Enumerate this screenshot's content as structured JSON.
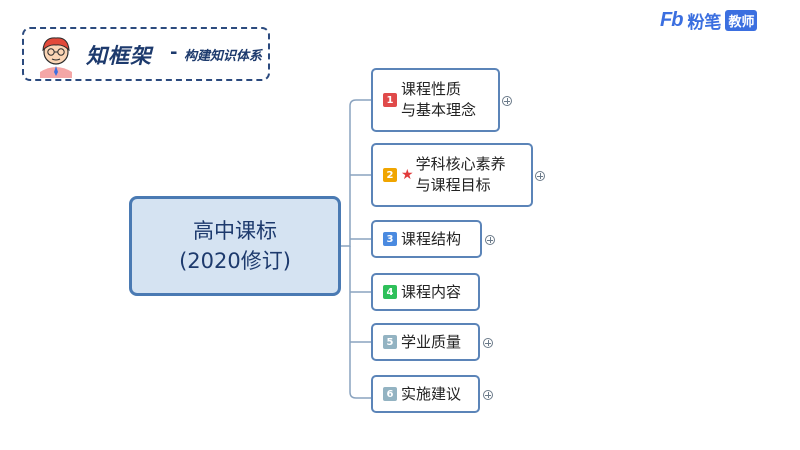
{
  "badge": {
    "title": "知框架",
    "separator": "-",
    "subtitle": "构建知识体系",
    "avatar": "teacher-avatar-icon"
  },
  "logo": {
    "mark": "Fb",
    "name": "粉笔",
    "tag": "教师"
  },
  "root": {
    "line1": "高中课标",
    "line2": "(2020修订)"
  },
  "branches": [
    {
      "num": "1",
      "color": "#e04a4a",
      "lines": [
        "课程性质",
        "与基本理念"
      ],
      "star": false,
      "expandable": true
    },
    {
      "num": "2",
      "color": "#f0a500",
      "lines": [
        "学科核心素养",
        "与课程目标"
      ],
      "star": true,
      "expandable": true
    },
    {
      "num": "3",
      "color": "#4a8ae0",
      "lines": [
        "课程结构"
      ],
      "star": false,
      "expandable": true
    },
    {
      "num": "4",
      "color": "#2ec05a",
      "lines": [
        "课程内容"
      ],
      "star": false,
      "expandable": false
    },
    {
      "num": "5",
      "color": "#93b3c2",
      "lines": [
        "学业质量"
      ],
      "star": false,
      "expandable": true
    },
    {
      "num": "6",
      "color": "#93b3c2",
      "lines": [
        "实施建议"
      ],
      "star": false,
      "expandable": true
    }
  ]
}
